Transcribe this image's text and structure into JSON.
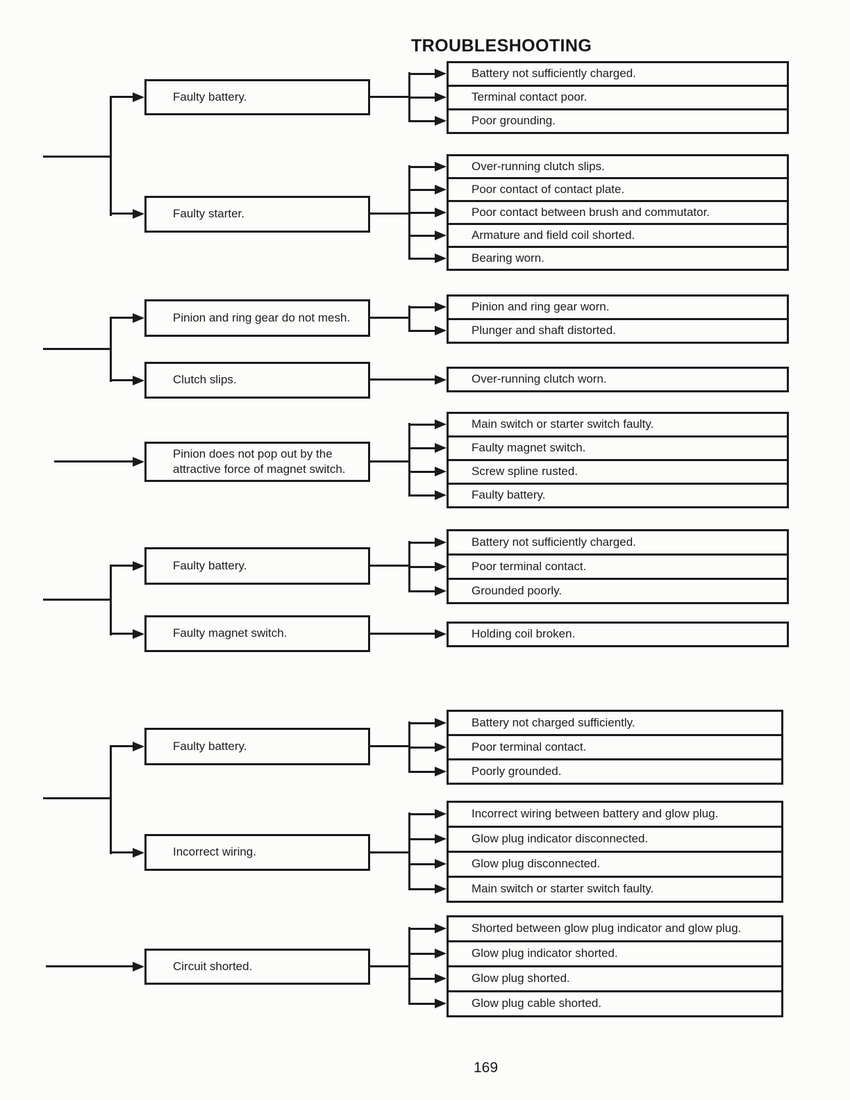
{
  "title": "TROUBLESHOOTING",
  "page_number": "169",
  "groups": [
    {
      "parents": [
        {
          "label": "Faulty battery.",
          "children": [
            "Battery not sufficiently charged.",
            "Terminal contact poor.",
            "Poor grounding."
          ]
        },
        {
          "label": "Faulty starter.",
          "children": [
            "Over-running clutch slips.",
            "Poor contact of contact plate.",
            "Poor contact between brush and commutator.",
            "Armature and field coil shorted.",
            "Bearing worn."
          ]
        }
      ]
    },
    {
      "parents": [
        {
          "label": "Pinion and ring gear do not mesh.",
          "children": [
            "Pinion and ring gear worn.",
            "Plunger and shaft distorted."
          ]
        },
        {
          "label": "Clutch slips.",
          "children": [
            "Over-running clutch worn."
          ]
        }
      ]
    },
    {
      "parents": [
        {
          "label": "Pinion does not pop out by the attractive force of magnet switch.",
          "children": [
            "Main switch or starter switch faulty.",
            "Faulty magnet switch.",
            "Screw spline rusted.",
            "Faulty battery."
          ]
        }
      ]
    },
    {
      "parents": [
        {
          "label": "Faulty battery.",
          "children": [
            "Battery not sufficiently charged.",
            "Poor terminal contact.",
            "Grounded poorly."
          ]
        },
        {
          "label": "Faulty magnet switch.",
          "children": [
            "Holding coil broken."
          ]
        }
      ]
    },
    {
      "parents": [
        {
          "label": "Faulty battery.",
          "children": [
            "Battery not charged sufficiently.",
            "Poor terminal contact.",
            "Poorly grounded."
          ]
        },
        {
          "label": "Incorrect wiring.",
          "children": [
            "Incorrect wiring between battery and glow plug.",
            "Glow plug indicator disconnected.",
            "Glow plug disconnected.",
            "Main switch or starter switch faulty."
          ]
        }
      ]
    },
    {
      "parents": [
        {
          "label": "Circuit shorted.",
          "children": [
            "Shorted between glow plug indicator and glow plug.",
            "Glow plug indicator shorted.",
            "Glow plug shorted.",
            "Glow plug cable shorted."
          ]
        }
      ]
    }
  ]
}
